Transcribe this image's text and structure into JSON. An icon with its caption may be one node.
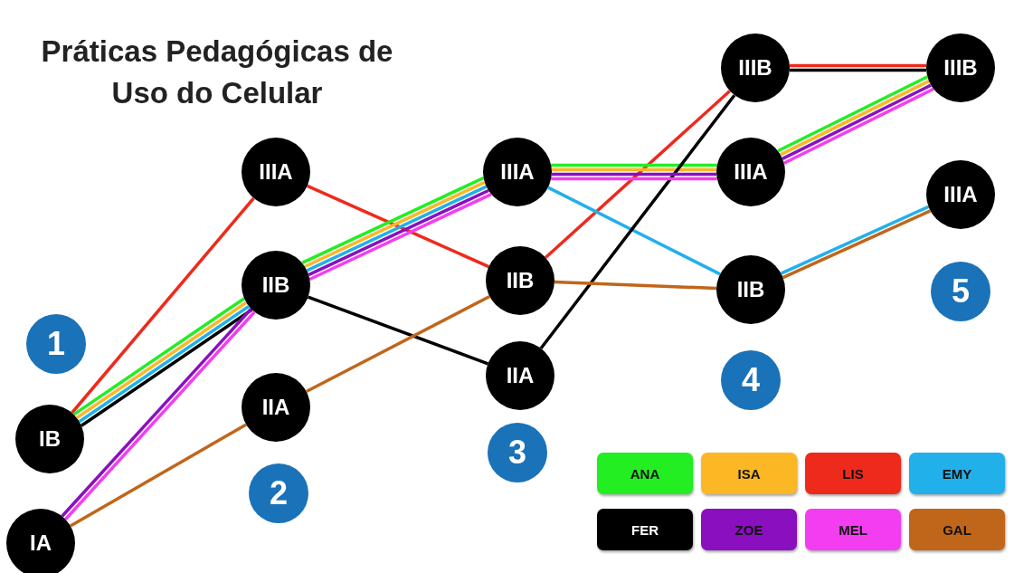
{
  "diagram": {
    "title": "Práticas Pedagógicas de Uso do Celular",
    "nodes": [
      {
        "text": [
          "IB"
        ]
      },
      {
        "text": [
          "IA"
        ]
      },
      {
        "text": [
          "IIIA"
        ]
      },
      {
        "text": [
          "IIB"
        ]
      },
      {
        "text": [
          "IIA"
        ]
      },
      {
        "text": [
          "IIIA"
        ]
      },
      {
        "text": [
          "IIB"
        ]
      },
      {
        "text": [
          "IIA"
        ]
      },
      {
        "text": [
          "IIIB"
        ]
      },
      {
        "text": [
          "IIIA"
        ]
      },
      {
        "text": [
          "IIB"
        ]
      },
      {
        "text": [
          "IIIB"
        ]
      },
      {
        "text": [
          "IIIA"
        ]
      },
      {
        "text": [
          "1"
        ]
      },
      {
        "text": [
          "2"
        ]
      },
      {
        "text": [
          "3"
        ]
      },
      {
        "text": [
          "4"
        ]
      },
      {
        "text": [
          "5"
        ]
      }
    ],
    "edges": [
      {
        "from": 0,
        "to": 2,
        "arrow": "none",
        "color": "#ee2a1c"
      },
      {
        "from": 2,
        "to": 6,
        "arrow": "none",
        "color": "#ee2a1c"
      },
      {
        "from": 6,
        "to": 8,
        "arrow": "none",
        "color": "#ee2a1c"
      },
      {
        "from": 8,
        "to": 11,
        "arrow": "none",
        "color": "#ee2a1c"
      },
      {
        "from": 0,
        "to": 3,
        "arrow": "none",
        "color": "#22ee22"
      },
      {
        "from": 3,
        "to": 5,
        "arrow": "none",
        "color": "#22ee22"
      },
      {
        "from": 5,
        "to": 9,
        "arrow": "none",
        "color": "#22ee22"
      },
      {
        "from": 9,
        "to": 11,
        "arrow": "none",
        "color": "#22ee22"
      },
      {
        "from": 0,
        "to": 3,
        "arrow": "none",
        "color": "#fbb724"
      },
      {
        "from": 3,
        "to": 5,
        "arrow": "none",
        "color": "#fbb724"
      },
      {
        "from": 5,
        "to": 9,
        "arrow": "none",
        "color": "#fbb724"
      },
      {
        "from": 9,
        "to": 11,
        "arrow": "none",
        "color": "#fbb724"
      },
      {
        "from": 0,
        "to": 3,
        "arrow": "none",
        "color": "#22b0ea"
      },
      {
        "from": 3,
        "to": 5,
        "arrow": "none",
        "color": "#22b0ea"
      },
      {
        "from": 5,
        "to": 10,
        "arrow": "none",
        "color": "#22b0ea"
      },
      {
        "from": 10,
        "to": 12,
        "arrow": "none",
        "color": "#22b0ea"
      },
      {
        "from": 0,
        "to": 3,
        "arrow": "none",
        "color": "#000000"
      },
      {
        "from": 3,
        "to": 7,
        "arrow": "none",
        "color": "#000000"
      },
      {
        "from": 7,
        "to": 8,
        "arrow": "none",
        "color": "#000000"
      },
      {
        "from": 8,
        "to": 11,
        "arrow": "none",
        "color": "#000000"
      },
      {
        "from": 1,
        "to": 3,
        "arrow": "none",
        "color": "#8a0fbf"
      },
      {
        "from": 3,
        "to": 5,
        "arrow": "none",
        "color": "#8a0fbf"
      },
      {
        "from": 5,
        "to": 9,
        "arrow": "none",
        "color": "#8a0fbf"
      },
      {
        "from": 9,
        "to": 11,
        "arrow": "none",
        "color": "#8a0fbf"
      },
      {
        "from": 1,
        "to": 3,
        "arrow": "none",
        "color": "#f23ef0"
      },
      {
        "from": 3,
        "to": 5,
        "arrow": "none",
        "color": "#f23ef0"
      },
      {
        "from": 5,
        "to": 9,
        "arrow": "none",
        "color": "#f23ef0"
      },
      {
        "from": 9,
        "to": 11,
        "arrow": "none",
        "color": "#f23ef0"
      },
      {
        "from": 1,
        "to": 4,
        "arrow": "none",
        "color": "#c0661a"
      },
      {
        "from": 4,
        "to": 6,
        "arrow": "none",
        "color": "#c0661a"
      },
      {
        "from": 6,
        "to": 10,
        "arrow": "none",
        "color": "#c0661a"
      },
      {
        "from": 10,
        "to": 12,
        "arrow": "none",
        "color": "#c0661a"
      }
    ],
    "legend": [
      {
        "text": "ANA",
        "color": "#22ee22"
      },
      {
        "text": "ISA",
        "color": "#fbb724"
      },
      {
        "text": "LIS",
        "color": "#ee2a1c"
      },
      {
        "text": "EMY",
        "color": "#22b0ea"
      },
      {
        "text": "FER",
        "color": "#000000"
      },
      {
        "text": "ZOE",
        "color": "#8a0fbf"
      },
      {
        "text": "MEL",
        "color": "#f23ef0"
      },
      {
        "text": "GAL",
        "color": "#c0661a"
      }
    ]
  }
}
